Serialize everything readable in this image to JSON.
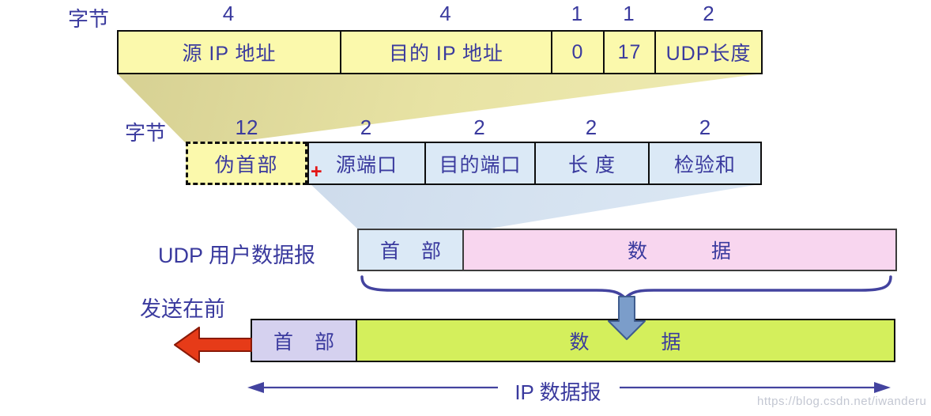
{
  "unit_label_top": "字节",
  "unit_label_mid": "字节",
  "ip_fields": {
    "cells": [
      {
        "label": "源 IP 地址",
        "bytes": "4"
      },
      {
        "label": "目的 IP 地址",
        "bytes": "4"
      },
      {
        "label": "0",
        "bytes": "1"
      },
      {
        "label": "17",
        "bytes": "1"
      },
      {
        "label": "UDP长度",
        "bytes": "2"
      }
    ]
  },
  "udp_fields": {
    "cells": [
      {
        "label": "伪首部",
        "bytes": "12"
      },
      {
        "label": "源端口",
        "bytes": "2"
      },
      {
        "label": "目的端口",
        "bytes": "2"
      },
      {
        "label": "长 度",
        "bytes": "2"
      },
      {
        "label": "检验和",
        "bytes": "2"
      }
    ],
    "plus_sign": "+"
  },
  "udp_datagram": {
    "label": "UDP 用户数据报",
    "header_cell": "首 部",
    "data_char_left": "数",
    "data_char_right": "据"
  },
  "ip_datagram": {
    "send_first_label": "发送在前",
    "header_cell": "首 部",
    "data_char_left": "数",
    "data_char_right": "据",
    "span_label": "IP 数据报"
  },
  "watermark": "https://blog.csdn.net/iwanderu",
  "colors": {
    "ink_indigo": "#3a3a9e",
    "cell_yellow": "#fbf9ac",
    "cell_blue": "#dbe9f6",
    "cell_pink": "#f8d6ef",
    "cell_lavender": "#d5d1ef",
    "cell_green": "#d4ef5c",
    "shadow_yellow": "#e8e3a4",
    "shadow_blue": "#d5e2f0",
    "arrow_red": "#e63b18",
    "arrow_steel_blue": "#7b9dca",
    "line_indigo": "#43439f",
    "watermark_gray": "#c3c7d2"
  }
}
